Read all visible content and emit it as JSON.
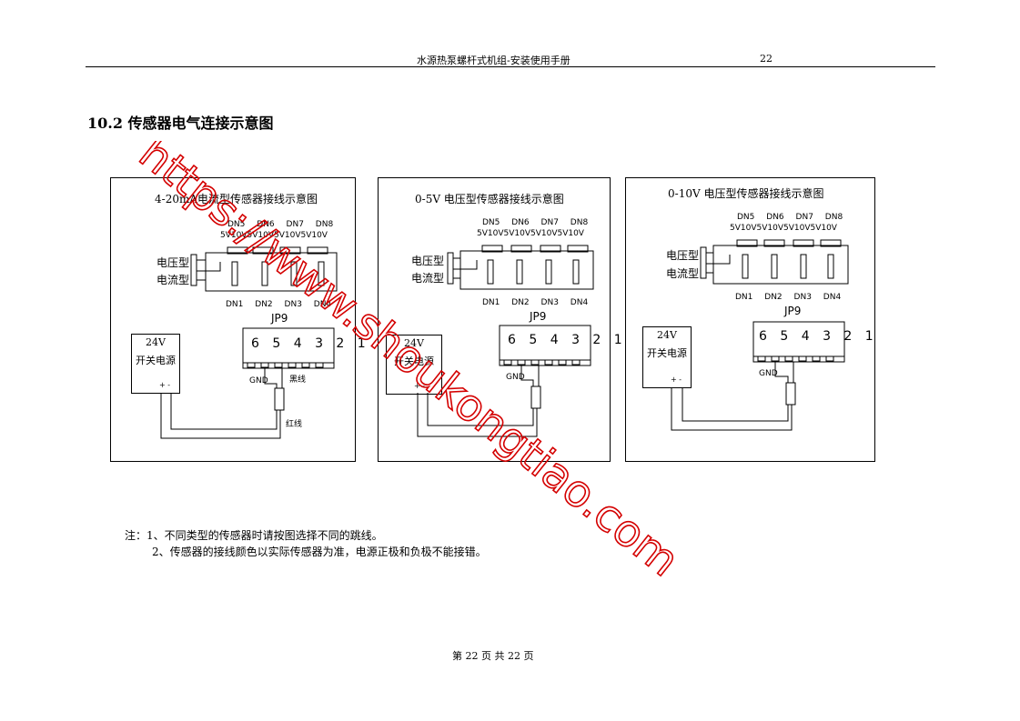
{
  "header": {
    "title": "水源热泵螺杆式机组-安装使用手册",
    "page": "22"
  },
  "section_title": "10.2 传感器电气连接示意图",
  "common": {
    "dn_top": [
      "DN5",
      "DN6",
      "DN7",
      "DN8"
    ],
    "dn_bottom": [
      "DN1",
      "DN2",
      "DN3",
      "DN4"
    ],
    "voltage_labels": "5V10V5V10V5V10V5V10V",
    "type_voltage": "电压型",
    "type_current": "电流型",
    "connector": "JP9",
    "terminal_numbers": "6 5 4 3 2 1",
    "gnd": "GND",
    "psu_voltage": "24V",
    "psu_name": "开关电源",
    "psu_polarity": "+ -"
  },
  "panels": [
    {
      "title": "4-20mA电流型传感器接线示意图",
      "black_wire": "黑线",
      "red_wire": "红线"
    },
    {
      "title": "0-5V 电压型传感器接线示意图"
    },
    {
      "title": "0-10V 电压型传感器接线示意图"
    }
  ],
  "notes": [
    "注：1、不同类型的传感器时请按图选择不同的跳线。",
    "2、传感器的接线颜色以实际传感器为准，电源正极和负极不能接错。"
  ],
  "footer": "第 22 页 共 22 页",
  "watermark": "https://www.shoukongtiao.com"
}
